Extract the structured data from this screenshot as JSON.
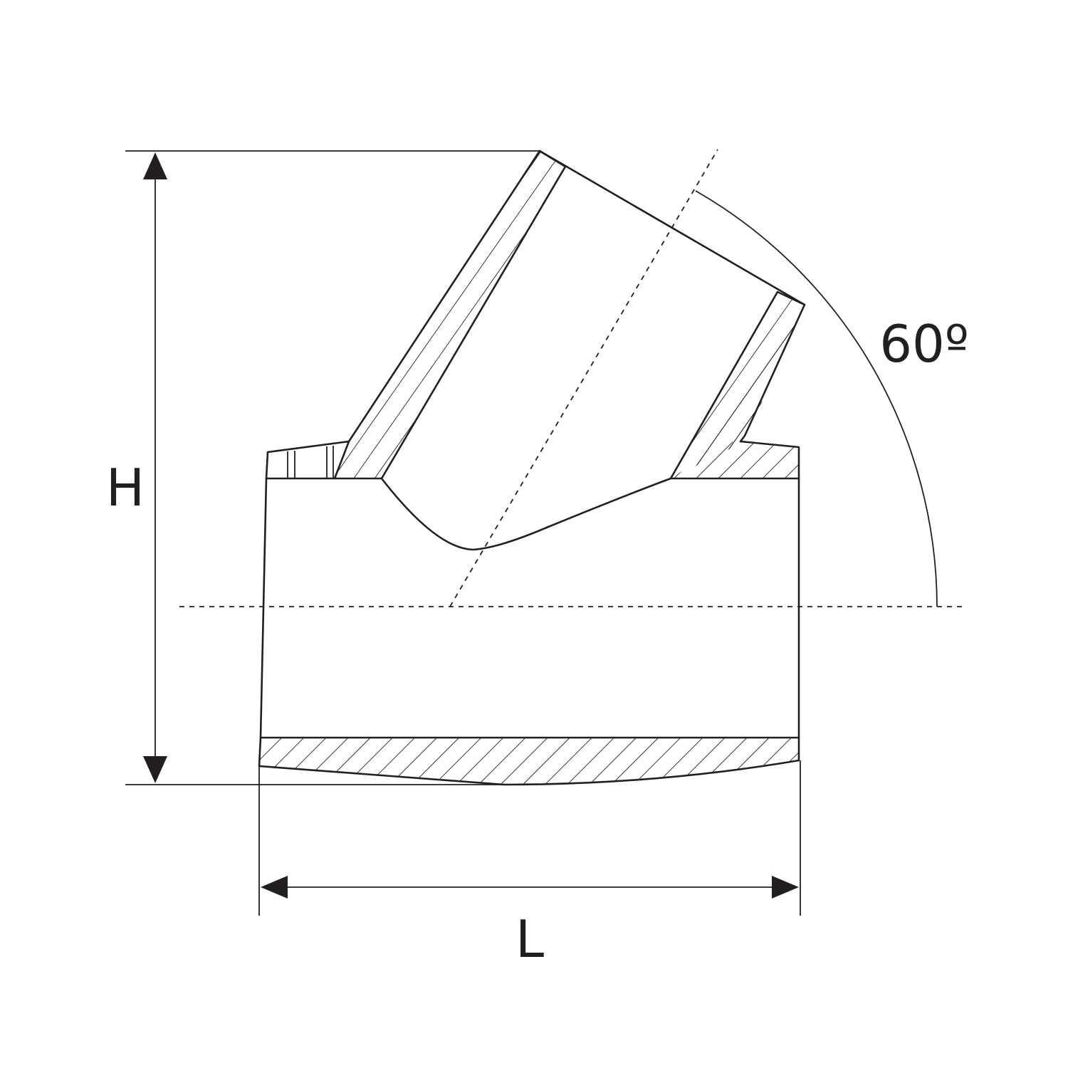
{
  "labels": {
    "height": "H",
    "length": "L",
    "angle": "60º"
  },
  "colors": {
    "stroke": "#231f20",
    "background": "#ffffff"
  }
}
